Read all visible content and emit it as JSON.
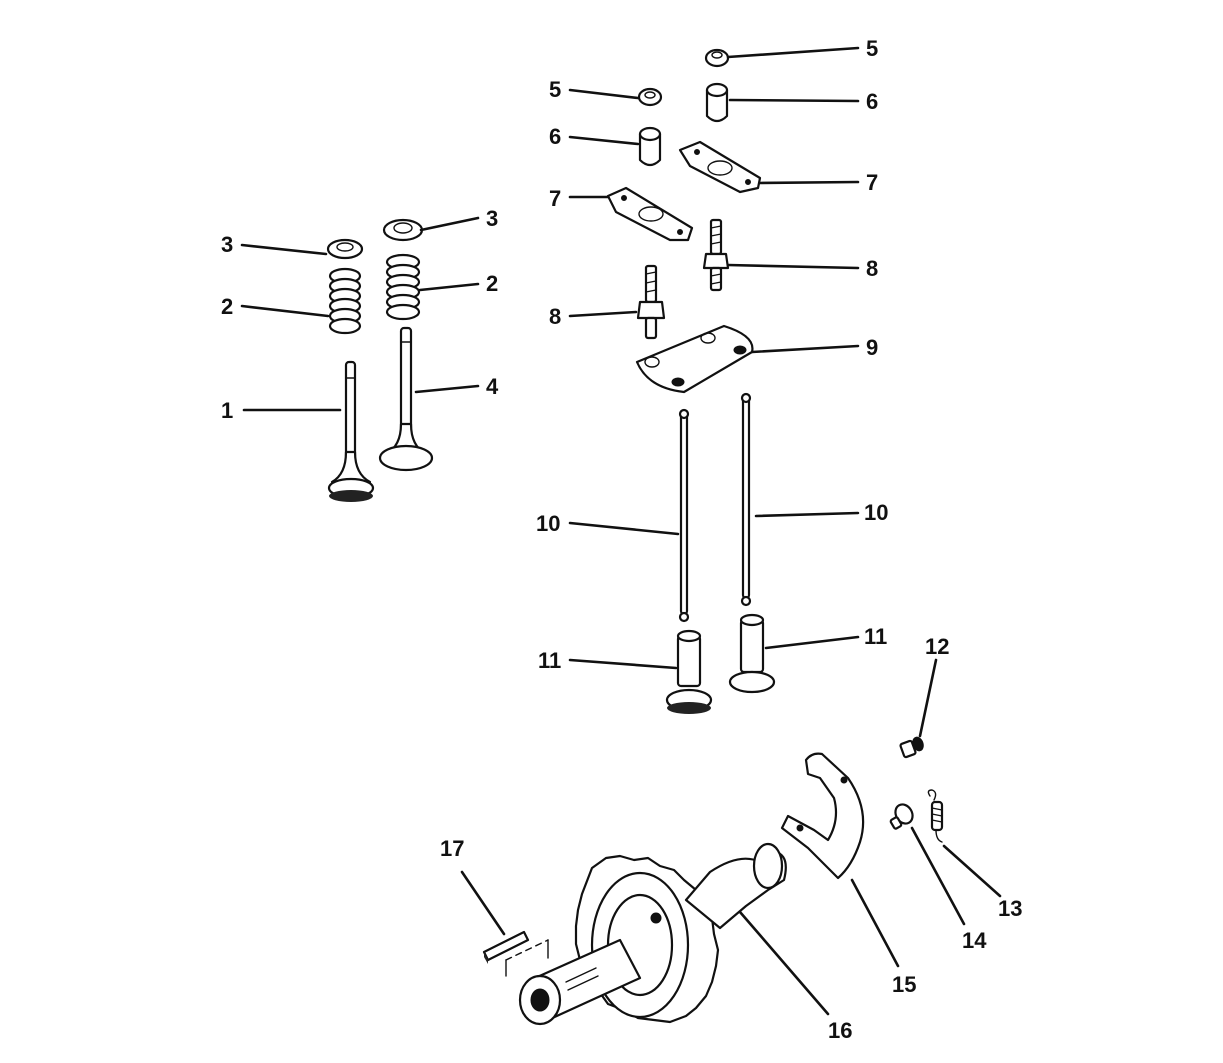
{
  "callouts": {
    "valve_1": "1",
    "spring_left": "2",
    "spring_right": "2",
    "retainer_left": "3",
    "retainer_right": "3",
    "valve_4": "4",
    "nut_left": "5",
    "nut_right": "5",
    "pivot_left": "6",
    "pivot_right": "6",
    "rocker_left": "7",
    "rocker_right": "7",
    "stud_left": "8",
    "stud_right": "8",
    "guide_plate": "9",
    "pushrod_left": "10",
    "pushrod_right": "10",
    "tappet_left": "11",
    "tappet_right": "11",
    "screw_12": "12",
    "spring_13": "13",
    "screw_14": "14",
    "governor_arm": "15",
    "camshaft": "16",
    "key": "17"
  }
}
